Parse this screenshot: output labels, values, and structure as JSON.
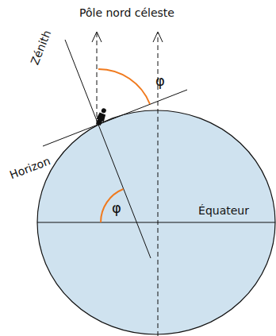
{
  "diagram": {
    "labels": [
      "Pôle nord céleste",
      "Zénith",
      "φ",
      "Horizon",
      "φ",
      "Équateur"
    ]
  }
}
